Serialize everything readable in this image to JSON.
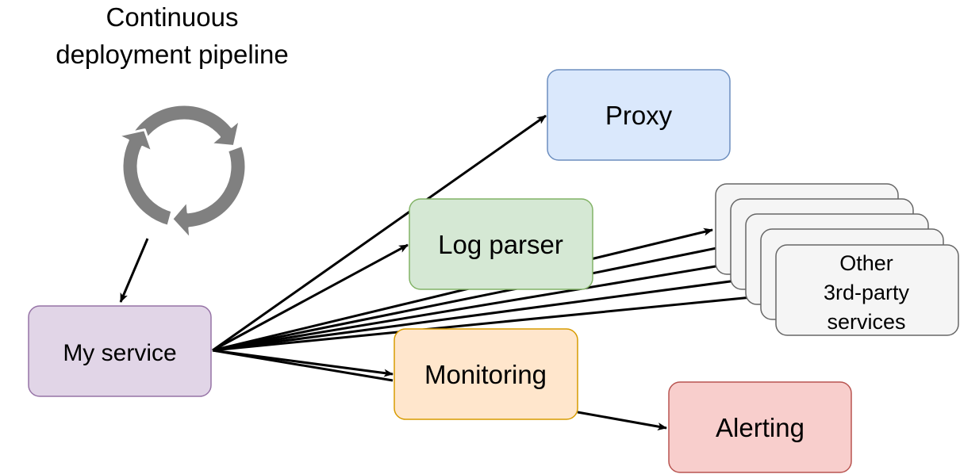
{
  "title": {
    "line1": "Continuous",
    "line2": "deployment pipeline"
  },
  "cycle_icon": {
    "icon": "recycle-arrows-icon",
    "color": "#808080"
  },
  "nodes": {
    "my_service": {
      "label": "My service",
      "fill": "#e1d5e7",
      "stroke": "#9673a6"
    },
    "proxy": {
      "label": "Proxy",
      "fill": "#dae8fc",
      "stroke": "#6c8ebf"
    },
    "log_parser": {
      "label": "Log parser",
      "fill": "#d5e8d4",
      "stroke": "#82b366"
    },
    "monitoring": {
      "label": "Monitoring",
      "fill": "#ffe6cc",
      "stroke": "#d79b00"
    },
    "alerting": {
      "label": "Alerting",
      "fill": "#f8cecc",
      "stroke": "#b85450"
    },
    "third_party": {
      "line1": "Other",
      "line2": "3rd-party",
      "line3": "services",
      "fill": "#f5f5f5",
      "stroke": "#666666",
      "stack_count": 5
    }
  },
  "edges": [
    {
      "from": "cycle",
      "to": "my_service"
    },
    {
      "from": "my_service",
      "to": "proxy"
    },
    {
      "from": "my_service",
      "to": "log_parser"
    },
    {
      "from": "my_service",
      "to": "monitoring"
    },
    {
      "from": "my_service",
      "to": "third_party"
    },
    {
      "from": "monitoring",
      "to": "alerting"
    }
  ]
}
